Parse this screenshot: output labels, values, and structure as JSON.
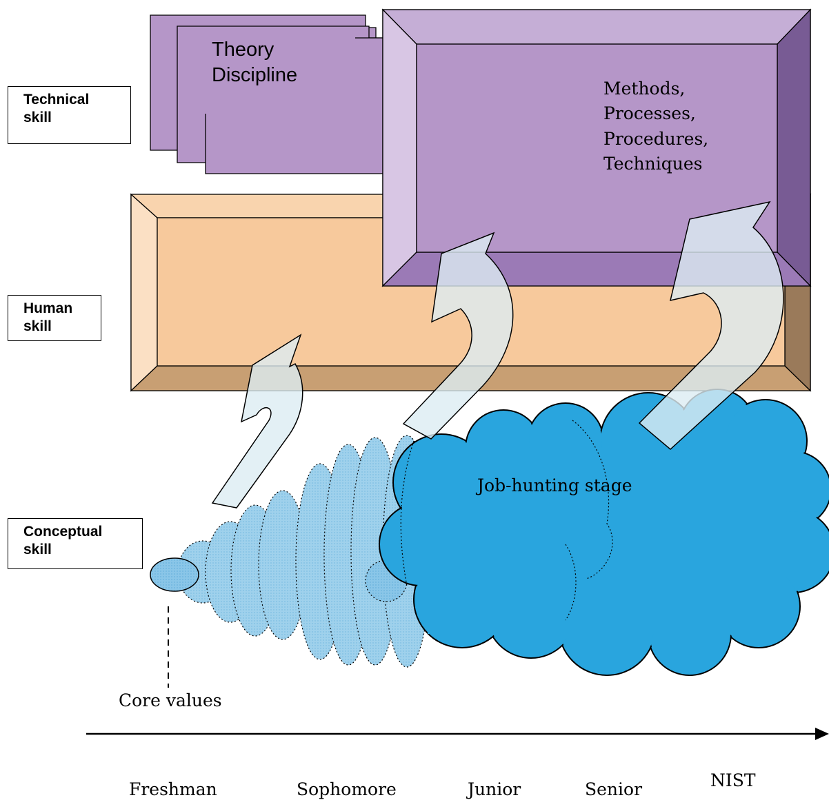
{
  "skills": {
    "technical": "Technical\nskill",
    "human": "Human\nskill",
    "conceptual": "Conceptual\nskill"
  },
  "theory_box": {
    "line1": "Theory",
    "line2": "Discipline"
  },
  "methods_box": {
    "line1": "Methods,",
    "line2": "Processes,",
    "line3": "Procedures,",
    "line4": "Techniques"
  },
  "cloud_label": "Job-hunting stage",
  "core_values": "Core values",
  "timeline": {
    "freshman": "Freshman",
    "sophomore": "Sophomore",
    "junior": "Junior",
    "senior": "Senior",
    "nist": "NIST"
  },
  "colors": {
    "technical_purple": "#b596c8",
    "human_peach": "#f7c99c",
    "cloud_blue": "#29a5de",
    "arrow_fill": "#dcecf3"
  }
}
